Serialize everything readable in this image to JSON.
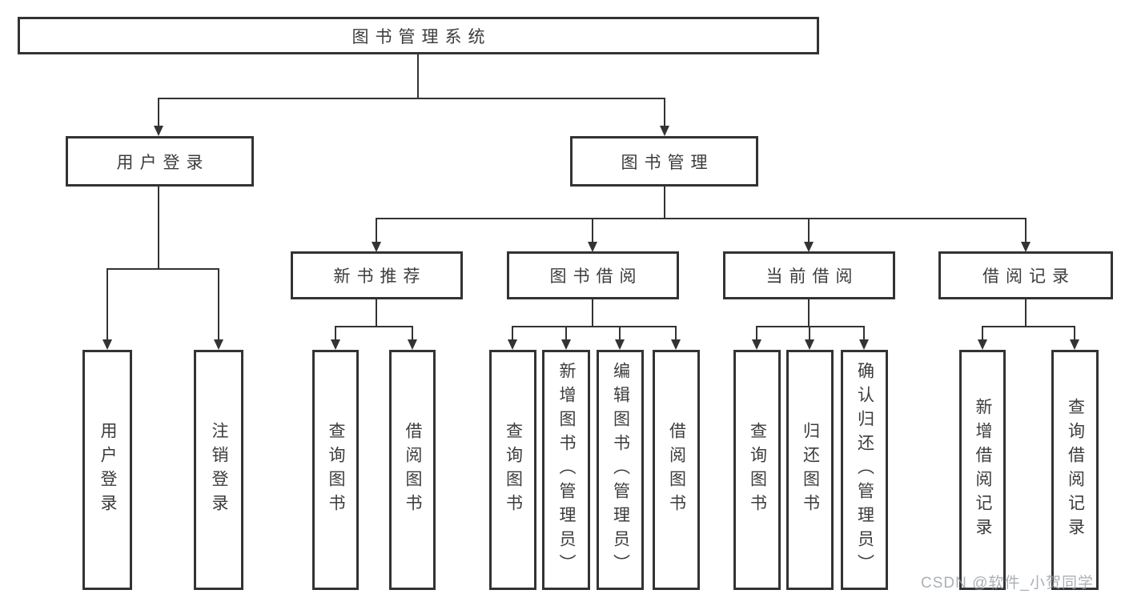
{
  "tree": {
    "label": "图书管理系统",
    "children": [
      {
        "label": "用户登录",
        "children": [
          {
            "label": "用户登录"
          },
          {
            "label": "注销登录"
          }
        ]
      },
      {
        "label": "图书管理",
        "children": [
          {
            "label": "新书推荐",
            "children": [
              {
                "label": "查询图书"
              },
              {
                "label": "借阅图书"
              }
            ]
          },
          {
            "label": "图书借阅",
            "children": [
              {
                "label": "查询图书"
              },
              {
                "label": "新增图书（管理员）"
              },
              {
                "label": "编辑图书（管理员）"
              },
              {
                "label": "借阅图书"
              }
            ]
          },
          {
            "label": "当前借阅",
            "children": [
              {
                "label": "查询图书"
              },
              {
                "label": "归还图书"
              },
              {
                "label": "确认归还（管理员）"
              }
            ]
          },
          {
            "label": "借阅记录",
            "children": [
              {
                "label": "新增借阅记录"
              },
              {
                "label": "查询借阅记录"
              }
            ]
          }
        ]
      }
    ]
  },
  "watermark": {
    "text": "CSDN @软件_小贺同学"
  },
  "colors": {
    "line": "#333333",
    "text": "#3c3c3c",
    "watermark": "#9aa0a6",
    "background": "#ffffff"
  }
}
